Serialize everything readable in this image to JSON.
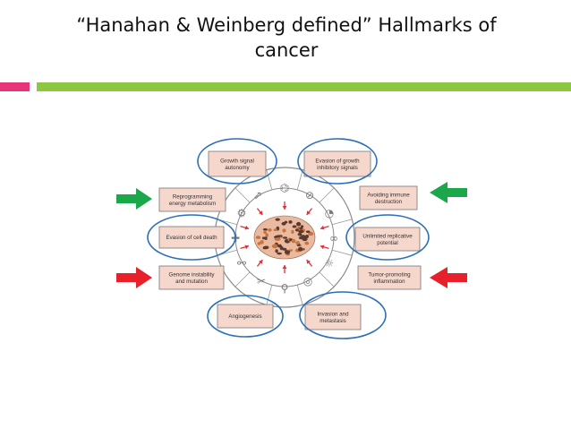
{
  "slide": {
    "title_line1": "“Hanahan & Weinberg defined” Hallmarks of",
    "title_line2": "cancer"
  },
  "colors": {
    "accent_pink": "#e8357a",
    "accent_green": "#8dc640",
    "box_fill": "#f6d7cc",
    "oval_stroke": "#2b6fb6",
    "arrow_green": "#1aa84b",
    "arrow_red": "#e8202a"
  },
  "hallmarks": [
    {
      "id": "growth",
      "lines": [
        "Growth signal",
        "autonomy"
      ],
      "circled": true
    },
    {
      "id": "evasion-growth",
      "lines": [
        "Evasion of growth",
        "inhibitory signals"
      ],
      "circled": true
    },
    {
      "id": "reprogramming",
      "lines": [
        "Reprogramming",
        "energy metabolism"
      ],
      "circled": false,
      "marker": "green"
    },
    {
      "id": "immune",
      "lines": [
        "Avoiding immune",
        "destruction"
      ],
      "circled": false,
      "marker": "green"
    },
    {
      "id": "cell-death",
      "lines": [
        "Evasion of cell death"
      ],
      "circled": true
    },
    {
      "id": "replicative",
      "lines": [
        "Unlimited replicative",
        "potential"
      ],
      "circled": true
    },
    {
      "id": "genome",
      "lines": [
        "Genome instability",
        "and mutation"
      ],
      "circled": false,
      "marker": "red"
    },
    {
      "id": "inflammation",
      "lines": [
        "Tumor-promoting",
        "inflammation"
      ],
      "circled": false,
      "marker": "red"
    },
    {
      "id": "angiogenesis",
      "lines": [
        "Angiogenesis"
      ],
      "circled": true
    },
    {
      "id": "invasion",
      "lines": [
        "Invasion and",
        "metastasis"
      ],
      "circled": true
    }
  ]
}
